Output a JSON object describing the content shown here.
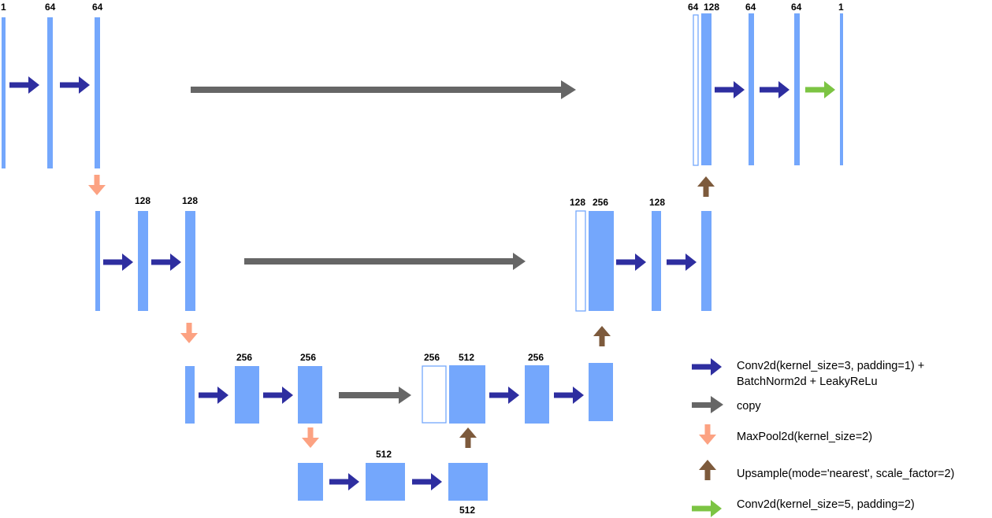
{
  "colors": {
    "block": "#74a7fc",
    "conv_arrow": "#2e2ea0",
    "copy_arrow": "#666666",
    "pool_arrow": "#fca282",
    "upsample_arrow": "#7d5a3c",
    "final_conv_arrow": "#7cc443"
  },
  "labels": {
    "enc1_in": "1",
    "enc1_a": "64",
    "enc1_b": "64",
    "enc2_a": "128",
    "enc2_b": "128",
    "enc3_a": "256",
    "enc3_b": "256",
    "bottleneck": "512",
    "bottleneck_up": "512",
    "dec3_skip": "256",
    "dec3_cat": "512",
    "dec3_out": "256",
    "dec2_skip": "128",
    "dec2_cat": "256",
    "dec2_out": "128",
    "dec1_skip": "64",
    "dec1_cat": "128",
    "dec1_a": "64",
    "dec1_b": "64",
    "dec1_out": "1"
  },
  "legend": {
    "conv_line1": "Conv2d(kernel_size=3, padding=1) +",
    "conv_line2": "BatchNorm2d + LeakyReLu",
    "copy": "copy",
    "maxpool": "MaxPool2d(kernel_size=2)",
    "upsample": "Upsample(mode='nearest',  scale_factor=2)",
    "final_conv": "Conv2d(kernel_size=5, padding=2)"
  }
}
